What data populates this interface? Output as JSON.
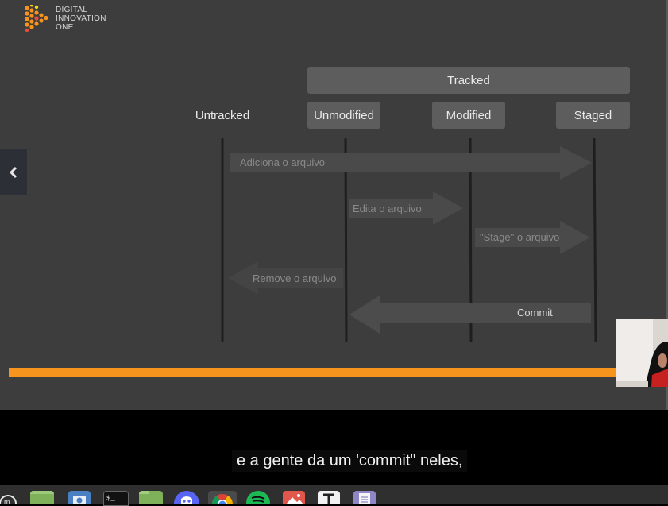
{
  "logo": {
    "lines": [
      "DIGITAL",
      "INNOVATION",
      "ONE"
    ]
  },
  "diagram": {
    "tracked_header": "Tracked",
    "states": [
      "Untracked",
      "Unmodified",
      "Modified",
      "Staged"
    ],
    "arrows": [
      {
        "label": "Adiciona o arquivo",
        "direction": "right"
      },
      {
        "label": "Edita o arquivo",
        "direction": "right"
      },
      {
        "label": "\"Stage\" o arquivo",
        "direction": "right"
      },
      {
        "label": "Remove o arquivo",
        "direction": "left"
      },
      {
        "label": "Commit",
        "direction": "left"
      }
    ]
  },
  "player": {
    "back_icon": "chevron-left-icon",
    "progress_color": "#f7941d"
  },
  "subtitle": {
    "text": "e a gente da um 'commit\" neles,"
  },
  "taskbar": {
    "icons": [
      "linux-mint-menu-icon",
      "show-desktop-icon",
      "screenshot-icon",
      "terminal-icon",
      "files-folder-icon",
      "discord-icon",
      "chrome-icon",
      "spotify-icon",
      "image-viewer-icon",
      "typora-icon",
      "text-editor-icon"
    ]
  }
}
